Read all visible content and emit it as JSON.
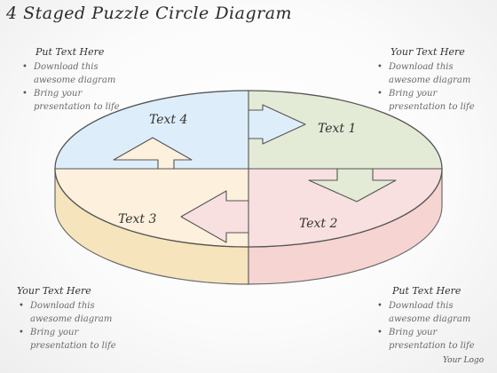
{
  "title": "4 Staged Puzzle Circle Diagram",
  "diagram": {
    "pieces": [
      {
        "label": "Text 4",
        "color": "#ddeefa"
      },
      {
        "label": "Text 1",
        "color": "#e3ead6"
      },
      {
        "label": "Text 2",
        "color": "#f8e0e0"
      },
      {
        "label": "Text 3",
        "color": "#fdf0dc"
      }
    ],
    "edge_colors": {
      "left": "#f6e4bc",
      "right": "#f5d4d2"
    }
  },
  "callouts": {
    "top_left": {
      "heading": "Put Text Here",
      "bullets": [
        {
          "lines": [
            "Download this",
            "awesome diagram"
          ]
        },
        {
          "lines": [
            "Bring your",
            "presentation to life"
          ]
        }
      ]
    },
    "top_right": {
      "heading": "Your Text Here",
      "bullets": [
        {
          "lines": [
            "Download this",
            "awesome diagram"
          ]
        },
        {
          "lines": [
            "Bring your",
            "presentation to life"
          ]
        }
      ]
    },
    "bottom_left": {
      "heading": "Your Text Here",
      "bullets": [
        {
          "lines": [
            "Download this",
            "awesome diagram"
          ]
        },
        {
          "lines": [
            "Bring your",
            "presentation to life"
          ]
        }
      ]
    },
    "bottom_right": {
      "heading": "Put Text Here",
      "bullets": [
        {
          "lines": [
            "Download this",
            "awesome diagram"
          ]
        },
        {
          "lines": [
            "Bring your",
            "presentation to life"
          ]
        }
      ]
    }
  },
  "bullet_glyph": "•",
  "logo": "Your Logo"
}
